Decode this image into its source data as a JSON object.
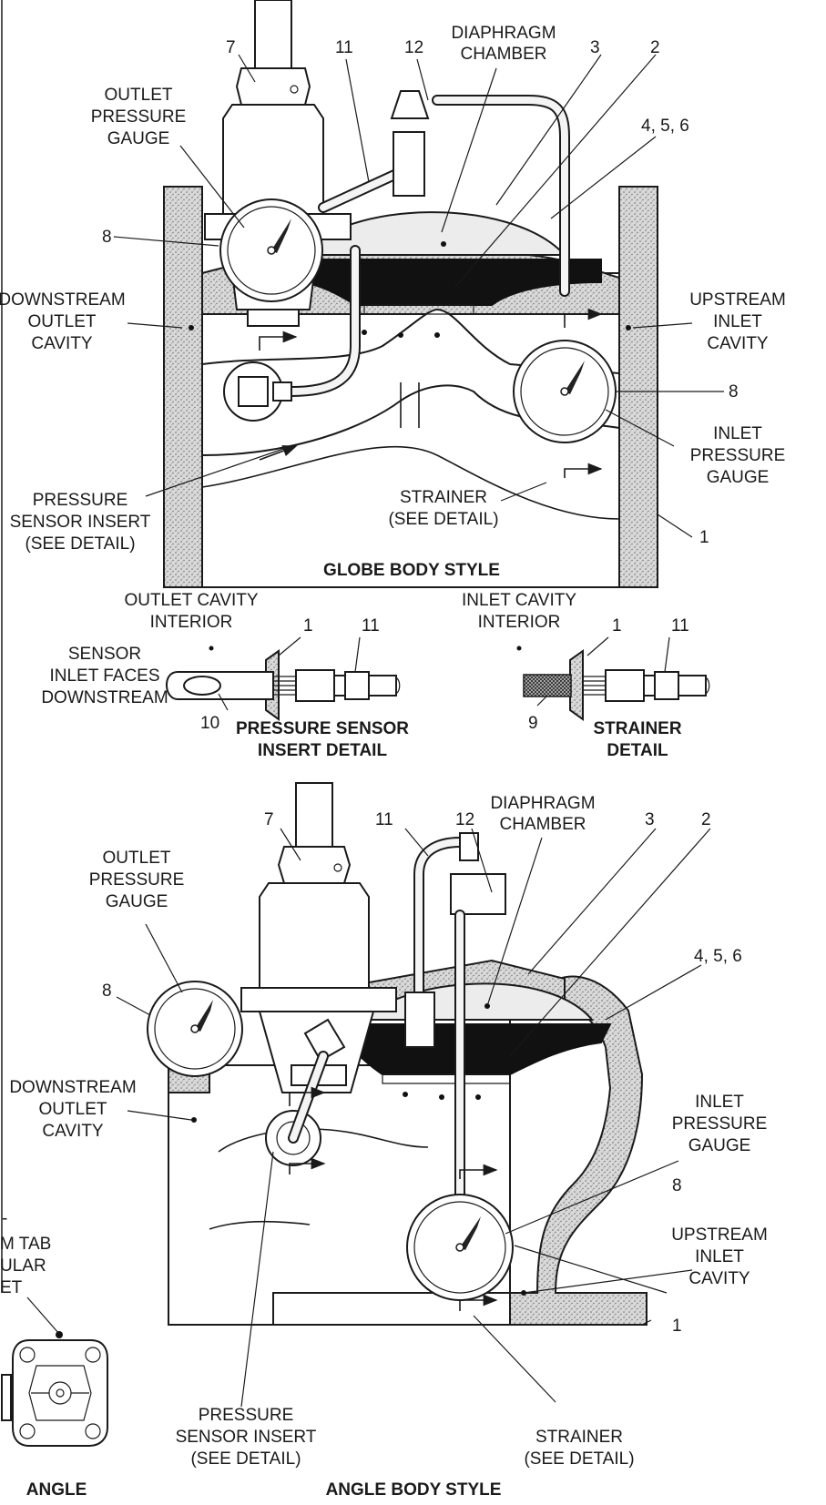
{
  "globe": {
    "title": "GLOBE BODY STYLE",
    "callouts": {
      "n7": "7",
      "n11": "11",
      "n12": "12",
      "diaphragm_chamber": [
        "DIAPHRAGM",
        "CHAMBER"
      ],
      "n3": "3",
      "n2": "2",
      "outlet_gauge": [
        "OUTLET",
        "PRESSURE",
        "GAUGE"
      ],
      "n456": "4, 5, 6",
      "n8_left": "8",
      "downstream": [
        "DOWNSTREAM",
        "OUTLET",
        "CAVITY"
      ],
      "upstream": [
        "UPSTREAM",
        "INLET",
        "CAVITY"
      ],
      "n8_right": "8",
      "inlet_gauge": [
        "INLET",
        "PRESSURE",
        "GAUGE"
      ],
      "sensor_insert": [
        "PRESSURE",
        "SENSOR INSERT",
        "(SEE DETAIL)"
      ],
      "strainer": [
        "STRAINER",
        "(SEE DETAIL)"
      ],
      "n1": "1"
    }
  },
  "sensor_detail": {
    "cavity": [
      "OUTLET CAVITY",
      "INTERIOR"
    ],
    "n1": "1",
    "n11": "11",
    "faces": [
      "SENSOR",
      "INLET FACES",
      "DOWNSTREAM"
    ],
    "n10": "10",
    "title": [
      "PRESSURE SENSOR",
      "INSERT DETAIL"
    ]
  },
  "strainer_detail": {
    "cavity": [
      "INLET CAVITY",
      "INTERIOR"
    ],
    "n1": "1",
    "n11": "11",
    "n9": "9",
    "title": [
      "STRAINER",
      "DETAIL"
    ]
  },
  "angle": {
    "title": "ANGLE BODY STYLE",
    "callouts": {
      "n7": "7",
      "n11": "11",
      "n12": "12",
      "diaphragm_chamber": [
        "DIAPHRAGM",
        "CHAMBER"
      ],
      "n3": "3",
      "n2": "2",
      "outlet_gauge": [
        "OUTLET",
        "PRESSURE",
        "GAUGE"
      ],
      "n456": "4, 5, 6",
      "n8_left": "8",
      "downstream": [
        "DOWNSTREAM",
        "OUTLET",
        "CAVITY"
      ],
      "inlet_gauge": [
        "INLET",
        "PRESSURE",
        "GAUGE"
      ],
      "n8_right": "8",
      "upstream": [
        "UPSTREAM",
        "INLET",
        "CAVITY"
      ],
      "n1": "1",
      "sensor_insert": [
        "PRESSURE",
        "SENSOR INSERT",
        "(SEE DETAIL)"
      ],
      "strainer": [
        "STRAINER",
        "(SEE DETAIL)"
      ]
    }
  },
  "left_fragment": {
    "lines": [
      "-",
      "M TAB",
      "ULAR",
      "ET"
    ],
    "title": "ANGLE"
  }
}
